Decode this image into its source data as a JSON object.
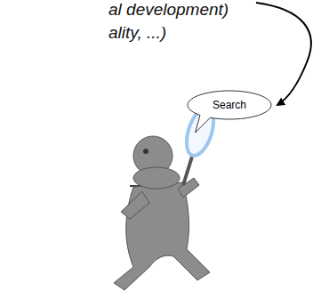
{
  "diagram": {
    "nodes": [
      {
        "text": [
          "Search"
        ]
      }
    ],
    "labels": [
      "al development)",
      "ality, ...)"
    ]
  }
}
